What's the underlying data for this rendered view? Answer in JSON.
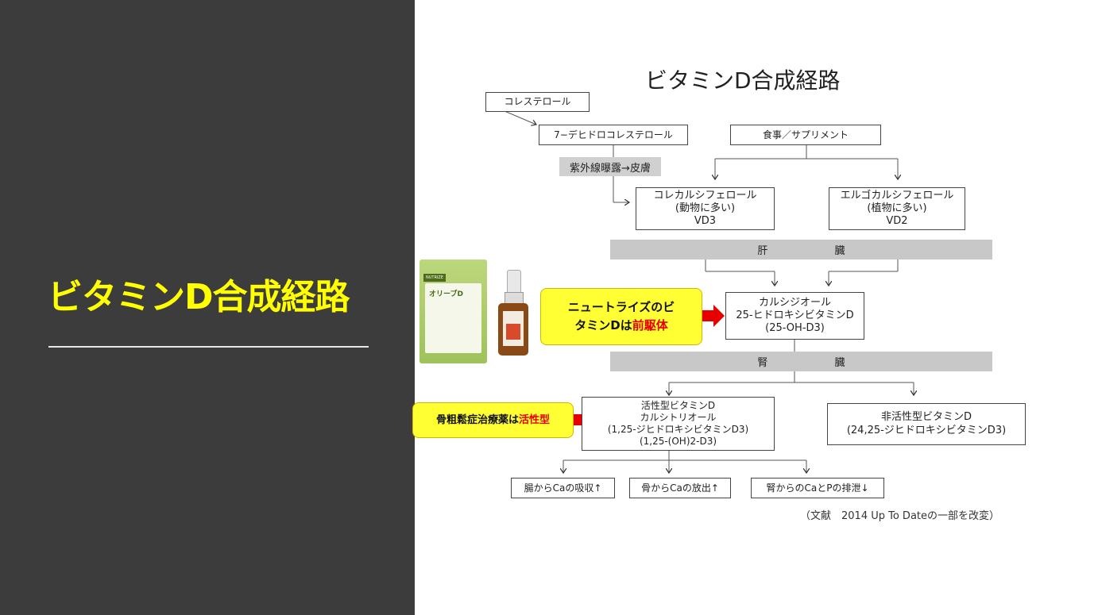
{
  "slide": {
    "title": "ビタミンD合成経路"
  },
  "diagram": {
    "title": "ビタミンD合成経路",
    "nodes": {
      "cholesterol": "コレステロール",
      "dehydrocholesterol": "7−デヒドロコレステロール",
      "diet": "食事／サプリメント",
      "uv": "紫外線曝露→皮膚",
      "cholecalciferol": [
        "コレカルシフェロール",
        "(動物に多い)",
        "VD3"
      ],
      "ergocalciferol": [
        "エルゴカルシフェロール",
        "(植物に多い)",
        "VD2"
      ],
      "liver": "肝 臓",
      "calcidiol": [
        "カルシジオール",
        "25-ヒドロキシビタミンD",
        "(25-OH-D3)"
      ],
      "kidney": "腎 臓",
      "calcitriol": [
        "活性型ビタミンD",
        "カルシトリオール",
        "(1,25-ジヒドロキシビタミンD3)",
        "(1,25-(OH)2-D3)"
      ],
      "inactive": [
        "非活性型ビタミンD",
        "(24,25-ジヒドロキシビタミンD3)"
      ],
      "effects": [
        "腸からCaの吸収↑",
        "骨からCaの放出↑",
        "腎からのCaとPの排泄↓"
      ]
    },
    "citation": "（文献　2014 Up To Dateの一部を改変）"
  },
  "callouts": {
    "precursor": {
      "line1": "ニュートライズのビ",
      "line2a": "タミンDは",
      "line2b": "前駆体"
    },
    "active": {
      "text_a": "骨粗鬆症治療薬は",
      "text_b": "活性型"
    }
  },
  "products": {
    "bag_name": "オリーブD",
    "bag_brand": "NUTRIZE"
  },
  "colors": {
    "panel": "#3c3c3c",
    "title": "#ffff00",
    "callout": "#ffff33",
    "arrow": "#e60000"
  }
}
